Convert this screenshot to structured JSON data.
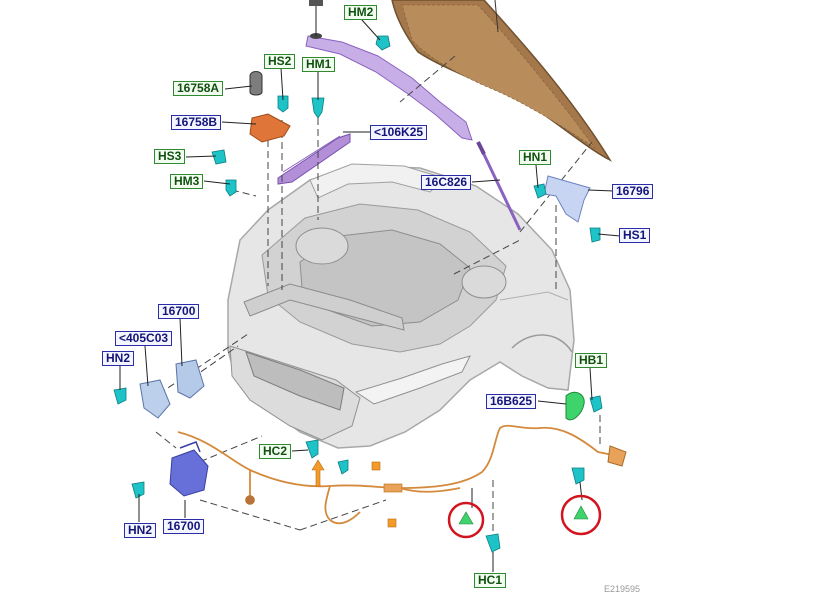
{
  "diagram": {
    "labels": {
      "hm2": "HM2",
      "hs2": "HS2",
      "hm1": "HM1",
      "p16758a": "16758A",
      "p16758b": "16758B",
      "p106k25": "<106K25",
      "hs3": "HS3",
      "hm3": "HM3",
      "hn1": "HN1",
      "p16c826": "16C826",
      "p16796": "16796",
      "hs1": "HS1",
      "p16700_top": "16700",
      "p405c03": "<405C03",
      "hn2_top": "HN2",
      "hb1": "HB1",
      "p16b625": "16B625",
      "hc2": "HC2",
      "hn2_bottom": "HN2",
      "p16700_bottom": "16700",
      "hc1": "HC1"
    },
    "page_code": "E219595"
  },
  "colors": {
    "label_border_blue": "#2c2ca8",
    "label_border_green": "#2f8a2f",
    "hood": "#a4784b",
    "hood_seal": "#b28fd6",
    "cable": "#d48a3c",
    "clip": "#1ec3c7",
    "bracket": "#e0753a",
    "latch": "#6670d8",
    "marker_ring": "#d2141e",
    "marker_arrow": "#3fd36c"
  }
}
